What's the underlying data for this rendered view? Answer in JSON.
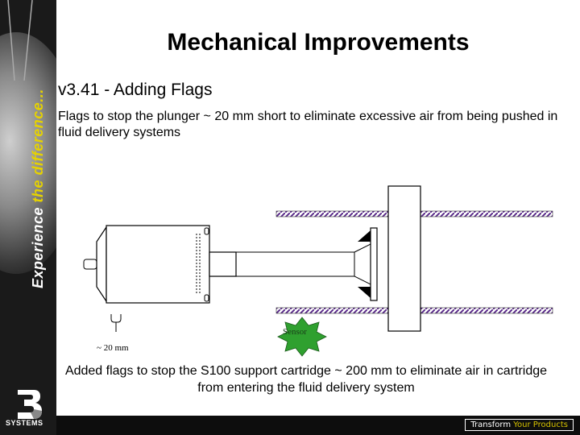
{
  "slide": {
    "title": "Mechanical Improvements",
    "subtitle": "v3.41 - Adding Flags",
    "description": "Flags to stop the plunger ~ 20 mm short to eliminate excessive air from being pushed in fluid delivery systems",
    "caption": "Added flags to stop the S100 support cartridge ~ 200 mm to eliminate air in cartridge from entering  the fluid delivery system"
  },
  "sidebar": {
    "tagline_part1": "Experience ",
    "tagline_part2": "the difference..."
  },
  "diagram": {
    "sensor_label": "Sensor",
    "dimension_label": "~ 20 mm"
  },
  "footer": {
    "tagline_part1": "Transform ",
    "tagline_part2": "Your Products"
  },
  "brand": {
    "logo_text": "SYSTEMS"
  },
  "colors": {
    "rail_hatch": "#5a2a8a",
    "sensor": "#2fa02f",
    "tagline_accent": "#e6d200",
    "sidebar_bg": "#1a1a1a"
  }
}
